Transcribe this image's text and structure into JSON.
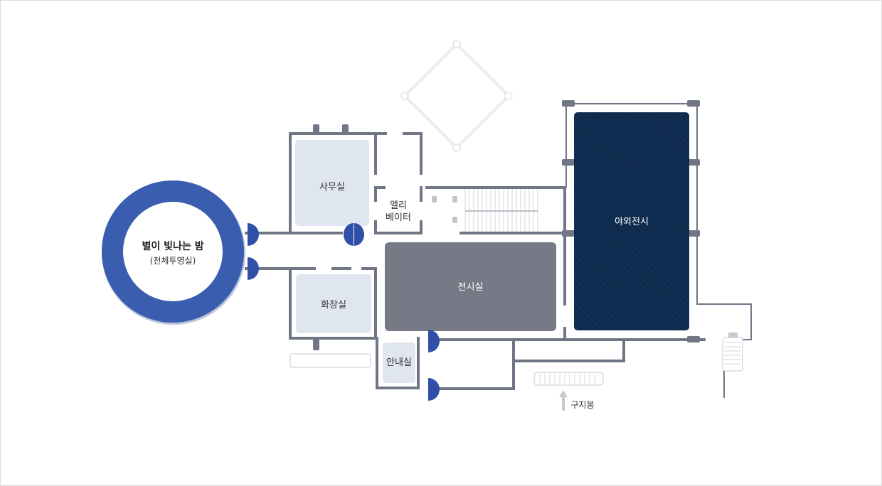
{
  "rooms": {
    "planetarium": {
      "name": "별이 빛나는 밤",
      "sub": "(천체투영실)"
    },
    "office": "사무실",
    "elevator_line1": "엘리",
    "elevator_line2": "베이터",
    "restroom": "화장실",
    "exhibition_hall": "전시실",
    "info_desk": "안내실",
    "outdoor_exhibition": "야외전시",
    "old_building_marker": "구지봉"
  },
  "colors": {
    "wall": "#707686",
    "planetarium_ring": "#3a5daf",
    "door": "#2f4fa8",
    "room_fill": "#dfe6f0",
    "exhibition_fill": "#757a86",
    "outdoor_fill": "#0e2a4d",
    "diamond_line": "#ebebeb"
  }
}
